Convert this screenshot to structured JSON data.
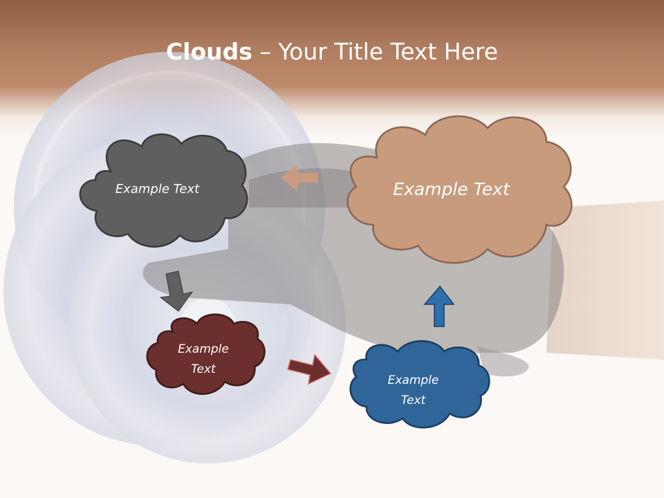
{
  "title": {
    "bold": "Clouds",
    "separator": " – ",
    "rest": "Your Title Text Here"
  },
  "clouds": [
    {
      "id": "gray",
      "text": "Example Text",
      "color": "#5e5e5e"
    },
    {
      "id": "tan",
      "text": "Example Text",
      "color": "#c99a7c"
    },
    {
      "id": "red",
      "text": "Example\nText",
      "color": "#6b2e2c"
    },
    {
      "id": "blue",
      "text": "Example\nText",
      "color": "#2f6598"
    }
  ],
  "arrows": [
    {
      "from": "tan",
      "to": "gray",
      "color": "#d29b7c",
      "icon": "arrow-left-icon"
    },
    {
      "from": "gray",
      "to": "red",
      "color": "#5e5e5e",
      "icon": "arrow-down-icon"
    },
    {
      "from": "red",
      "to": "blue",
      "color": "#6b2e2c",
      "icon": "arrow-right-icon"
    },
    {
      "from": "blue",
      "to": "tan",
      "color": "#2f6fae",
      "icon": "arrow-up-icon"
    }
  ]
}
